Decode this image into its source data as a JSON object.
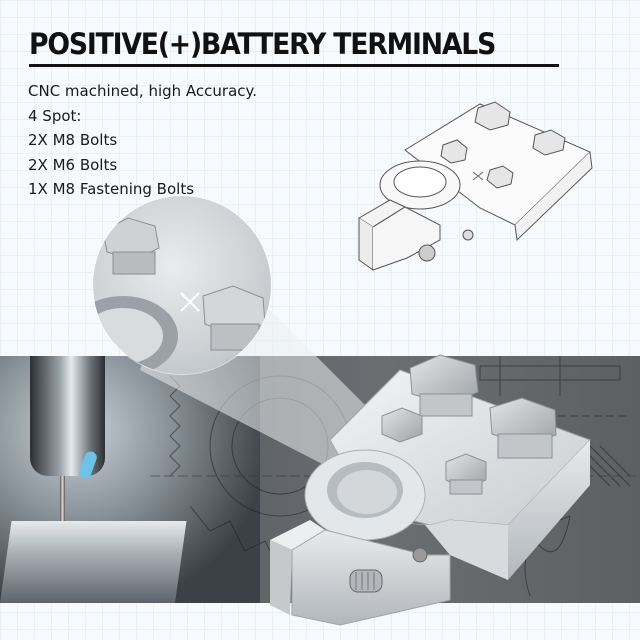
{
  "header": {
    "title": "POSITIVE(+)BATTERY TERMINALS"
  },
  "features": [
    "CNC machined, high Accuracy.",
    "4 Spot:",
    "2X M8 Bolts",
    "2X M6 Bolts",
    "1X M8 Fastening Bolts"
  ],
  "images": {
    "sketch": "pencil-sketch-battery-terminal",
    "zoom_detail": "magnified-bolt-heads-detail",
    "cnc_photo": "cnc-milling-machine",
    "product_photo": "silver-aluminum-battery-terminal",
    "background": "technical-drawing-gears"
  },
  "colors": {
    "title": "#111111",
    "text": "#1a1a1a",
    "page_bg": "#f7fafc",
    "dark_band": "#5a5f63",
    "metal": "#d9dde0"
  }
}
